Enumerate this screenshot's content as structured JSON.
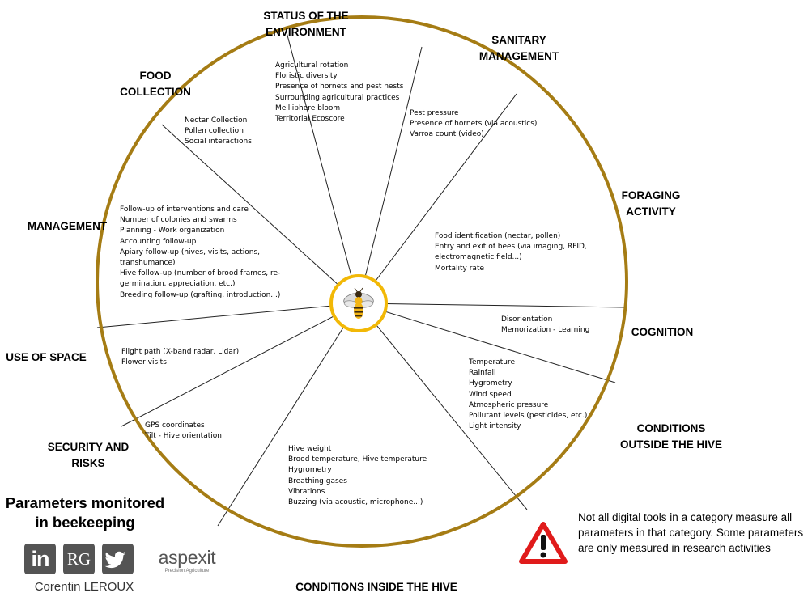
{
  "categories": {
    "status_env": "STATUS OF THE\nENVIRONMENT",
    "sanitary": "SANITARY\nMANAGEMENT",
    "food": "FOOD\nCOLLECTION",
    "foraging": "FORAGING\nACTIVITY",
    "management": "MANAGEMENT",
    "cognition": "COGNITION",
    "use_space": "USE OF SPACE",
    "cond_out": "CONDITIONS\nOUTSIDE THE HIVE",
    "security": "SECURITY AND\nRISKS",
    "cond_in": "CONDITIONS INSIDE THE HIVE"
  },
  "parameters": {
    "status_env": [
      "Agricultural rotation",
      "Floristic diversity",
      "Presence of hornets and pest nests",
      "Surrounding agricultural practices",
      "Mellliphere bloom",
      "Territorial Ecoscore"
    ],
    "sanitary": [
      "Pest pressure",
      "Presence of hornets (via acoustics)",
      "Varroa count (video)"
    ],
    "food": [
      "Nectar Collection",
      "Pollen collection",
      "Social interactions"
    ],
    "foraging": [
      "Food identification (nectar, pollen)",
      "Entry and exit of bees (via imaging, RFID, electromagnetic field...)",
      "Mortality rate"
    ],
    "management": [
      "Follow-up of interventions and care",
      "Number of colonies and swarms",
      "Planning - Work organization",
      "Accounting follow-up",
      "Apiary follow-up (hives, visits, actions, transhumance)",
      "Hive follow-up (number of brood frames, re-germination, appreciation, etc.)",
      "Breeding follow-up (grafting, introduction...)"
    ],
    "cognition": [
      "Disorientation",
      "Memorization - Learning"
    ],
    "use_space": [
      "Flight path (X-band radar, Lidar)",
      "Flower visits"
    ],
    "cond_out": [
      "Temperature",
      "Rainfall",
      "Hygrometry",
      "Wind speed",
      "Atmospheric pressure",
      "Pollutant levels (pesticides, etc.)",
      "Light intensity"
    ],
    "security": [
      "GPS coordinates",
      "Tilt - Hive orientation"
    ],
    "cond_in": [
      "Hive weight",
      "Brood temperature, Hive temperature",
      "Hygrometry",
      "Breathing gases",
      "Vibrations",
      "Buzzing (via acoustic, microphone...)"
    ]
  },
  "title": "Parameters monitored\nin beekeeping",
  "logos": {
    "linkedin": "in",
    "researchgate": "RG",
    "aspexit_name": "aspexit",
    "aspexit_tagline": "Precision Agriculture"
  },
  "author": "Corentin LEROUX",
  "warning": {
    "icon": "warning-triangle-icon",
    "text": "Not all digital tools in a category measure all parameters in that category. Some parameters are only measured in research activities"
  },
  "colors": {
    "ring": "#a57c14",
    "hub": "#f2b806",
    "warning_red": "#e01b1b"
  }
}
